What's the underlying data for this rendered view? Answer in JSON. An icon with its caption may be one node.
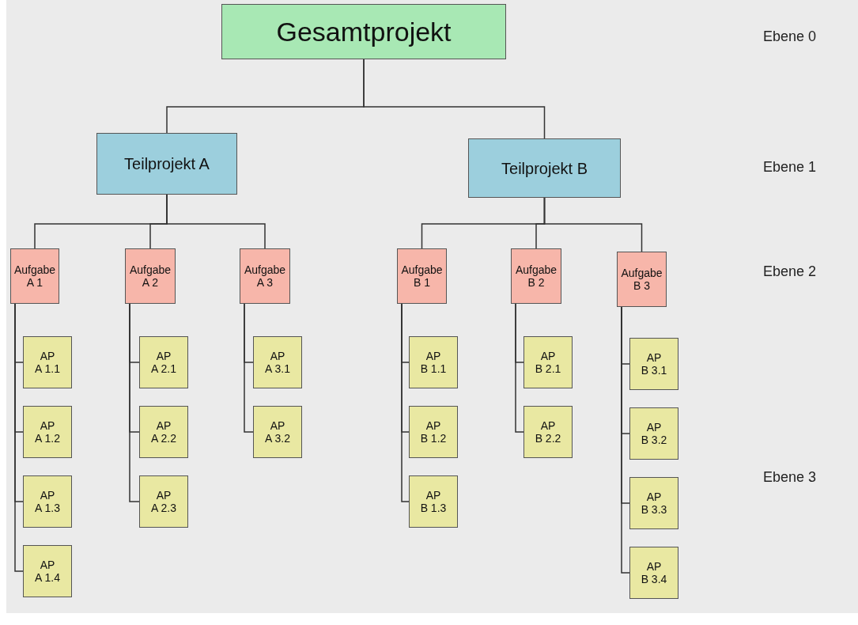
{
  "diagram": {
    "nodes": [
      {
        "text": [
          "Gesamtprojekt"
        ]
      },
      {
        "text": [
          "Teilprojekt A"
        ]
      },
      {
        "text": [
          "Teilprojekt B"
        ]
      },
      {
        "text": [
          "Aufgabe A 1"
        ]
      },
      {
        "text": [
          "Aufgabe A 2"
        ]
      },
      {
        "text": [
          "Aufgabe A 3"
        ]
      },
      {
        "text": [
          "Aufgabe B 1"
        ]
      },
      {
        "text": [
          "Aufgabe B 2"
        ]
      },
      {
        "text": [
          "Aufgabe B 3"
        ]
      },
      {
        "text": [
          "AP A 1.1"
        ]
      },
      {
        "text": [
          "AP A 1.2"
        ]
      },
      {
        "text": [
          "AP A 1.3"
        ]
      },
      {
        "text": [
          "AP A 1.4"
        ]
      },
      {
        "text": [
          "AP A 2.1"
        ]
      },
      {
        "text": [
          "AP A 2.2"
        ]
      },
      {
        "text": [
          "AP A 2.3"
        ]
      },
      {
        "text": [
          "AP A 3.1"
        ]
      },
      {
        "text": [
          "AP A 3.2"
        ]
      },
      {
        "text": [
          "AP B 1.1"
        ]
      },
      {
        "text": [
          "AP B 1.2"
        ]
      },
      {
        "text": [
          "AP B 1.3"
        ]
      },
      {
        "text": [
          "AP B 2.1"
        ]
      },
      {
        "text": [
          "AP B 2.2"
        ]
      },
      {
        "text": [
          "AP B 3.1"
        ]
      },
      {
        "text": [
          "AP B 3.2"
        ]
      },
      {
        "text": [
          "AP B 3.3"
        ]
      },
      {
        "text": [
          "AP B 3.4"
        ]
      }
    ],
    "edges": [
      {
        "from": 0,
        "to": 1,
        "arrow": "none"
      },
      {
        "from": 0,
        "to": 2,
        "arrow": "none"
      },
      {
        "from": 1,
        "to": 3,
        "arrow": "none"
      },
      {
        "from": 1,
        "to": 4,
        "arrow": "none"
      },
      {
        "from": 1,
        "to": 5,
        "arrow": "none"
      },
      {
        "from": 2,
        "to": 6,
        "arrow": "none"
      },
      {
        "from": 2,
        "to": 7,
        "arrow": "none"
      },
      {
        "from": 2,
        "to": 8,
        "arrow": "none"
      },
      {
        "from": 3,
        "to": 9,
        "arrow": "none"
      },
      {
        "from": 3,
        "to": 10,
        "arrow": "none"
      },
      {
        "from": 3,
        "to": 11,
        "arrow": "none"
      },
      {
        "from": 3,
        "to": 12,
        "arrow": "none"
      },
      {
        "from": 4,
        "to": 13,
        "arrow": "none"
      },
      {
        "from": 4,
        "to": 14,
        "arrow": "none"
      },
      {
        "from": 4,
        "to": 15,
        "arrow": "none"
      },
      {
        "from": 5,
        "to": 16,
        "arrow": "none"
      },
      {
        "from": 5,
        "to": 17,
        "arrow": "none"
      },
      {
        "from": 6,
        "to": 18,
        "arrow": "none"
      },
      {
        "from": 6,
        "to": 19,
        "arrow": "none"
      },
      {
        "from": 6,
        "to": 20,
        "arrow": "none"
      },
      {
        "from": 7,
        "to": 21,
        "arrow": "none"
      },
      {
        "from": 7,
        "to": 22,
        "arrow": "none"
      },
      {
        "from": 8,
        "to": 23,
        "arrow": "none"
      },
      {
        "from": 8,
        "to": 24,
        "arrow": "none"
      },
      {
        "from": 8,
        "to": 25,
        "arrow": "none"
      },
      {
        "from": 8,
        "to": 26,
        "arrow": "none"
      }
    ],
    "labels": [
      "Ebene 0",
      "Ebene 1",
      "Ebene 2",
      "Ebene 3"
    ]
  }
}
